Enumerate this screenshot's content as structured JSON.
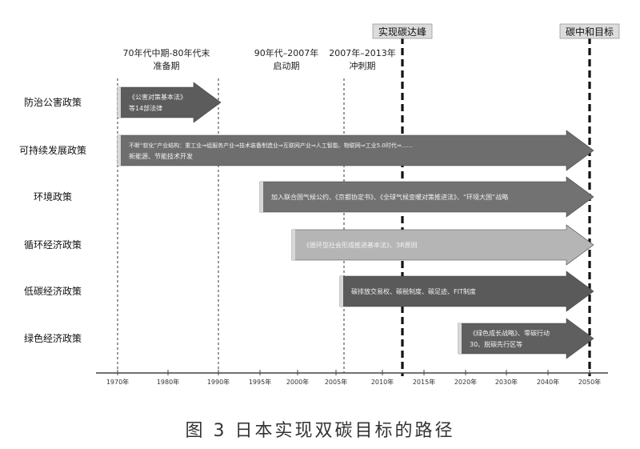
{
  "milestones": [
    {
      "label": "实现碳达峰",
      "year": 2013
    },
    {
      "label": "碳中和目标",
      "year": 2050
    }
  ],
  "phases": [
    {
      "lines": [
        "70年代中期-80年代末",
        "准备期"
      ],
      "boundary_years": [
        1970,
        1990
      ]
    },
    {
      "lines": [
        "90年代–2007年",
        "启动期"
      ],
      "boundary_years": [
        1990
      ]
    },
    {
      "lines": [
        "2007年–2013年",
        "冲刺期"
      ],
      "boundary_years": [
        2007
      ]
    }
  ],
  "policies": [
    {
      "label": "防治公害政策",
      "start": 1970,
      "end": 1990,
      "color": "#5c5c5c",
      "lines": [
        "《公害对策基本法》",
        "等14部法律"
      ]
    },
    {
      "label": "可持续发展政策",
      "start": 1970,
      "end": 2050,
      "color": "#6e6e6e",
      "lines": [
        "不断“软化”产业结构：重工业⇒组服务产业⇒技术装备制造业⇒互联网产业⇒人工智能、物联网⇒工业5.0时代⇒……",
        "新能源、节能技术开发"
      ]
    },
    {
      "label": "环境政策",
      "start": 1995,
      "end": 2050,
      "color": "#727272",
      "lines": [
        "加入联合国气候公约、《京都协定书》、《全球气候变暖对策推进法》、“环境大国”战略"
      ]
    },
    {
      "label": "循环经济政策",
      "start": 2001,
      "end": 2050,
      "color": "#b5b5b5",
      "lines": [
        "《循环型社会形成推进基本法》、3R原则"
      ]
    },
    {
      "label": "低碳经济政策",
      "start": 2008,
      "end": 2050,
      "color": "#5a5a5a",
      "lines": [
        "碳排放交易权、碳税制度、碳足迹、FIT制度"
      ]
    },
    {
      "label": "绿色经济政策",
      "start": 2020,
      "end": 2050,
      "color": "#5f5f5f",
      "lines": [
        "《绿色成长战略》、零碳行动",
        "30、脱碳先行区等"
      ]
    }
  ],
  "axis": {
    "ticks": [
      {
        "year": 1970,
        "label": "1970年"
      },
      {
        "year": 1980,
        "label": "1980年"
      },
      {
        "year": 1990,
        "label": "1990年"
      },
      {
        "year": 1995,
        "label": "1995年"
      },
      {
        "year": 2000,
        "label": "2000年"
      },
      {
        "year": 2005,
        "label": "2005年"
      },
      {
        "year": 2010,
        "label": "2010年"
      },
      {
        "year": 2015,
        "label": "2015年"
      },
      {
        "year": 2020,
        "label": "2020年"
      },
      {
        "year": 2030,
        "label": "2030年"
      },
      {
        "year": 2040,
        "label": "2040年"
      },
      {
        "year": 2050,
        "label": "2050年"
      }
    ]
  },
  "caption": "图 3  日本实现双碳目标的路径"
}
